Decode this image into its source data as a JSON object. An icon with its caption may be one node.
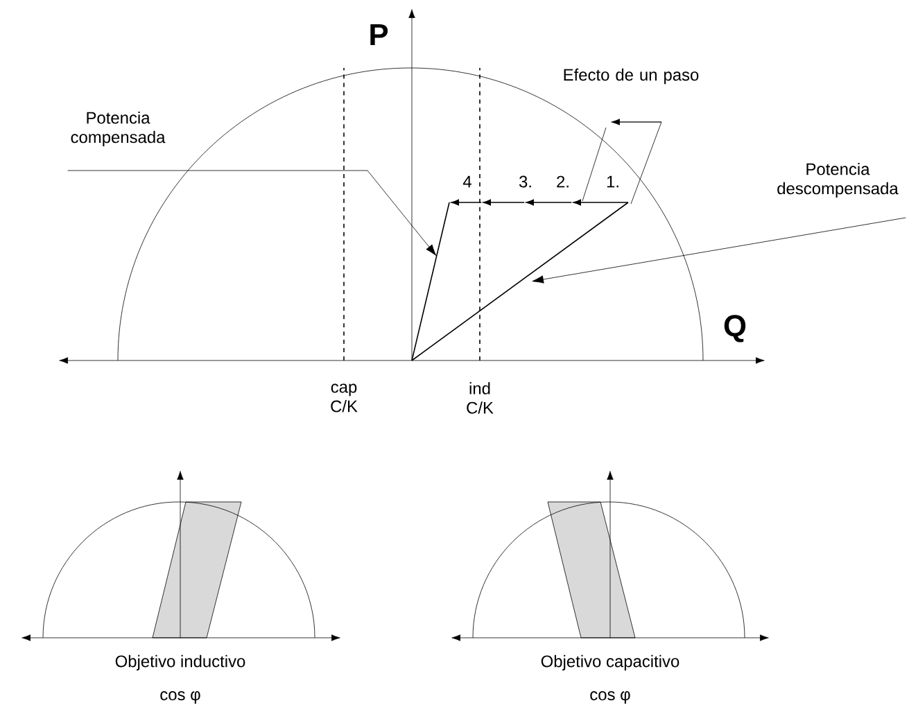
{
  "diagram": {
    "nodes": [
      {
        "text": [
          "Potencia compensada"
        ]
      },
      {
        "text": [
          "Potencia descompensada"
        ]
      }
    ],
    "edges": [
      {
        "from": 0,
        "to": null,
        "arrow": "to"
      },
      {
        "from": 1,
        "to": null,
        "arrow": "to"
      }
    ],
    "labels": [
      "P",
      "Efecto de un paso",
      "4",
      "3.",
      "2.",
      "1.",
      "Q",
      "cap C/K",
      "ind C/K",
      "Objetivo inductivo",
      "cos φ",
      "Objetivo capacitivo",
      "cos φ"
    ]
  }
}
